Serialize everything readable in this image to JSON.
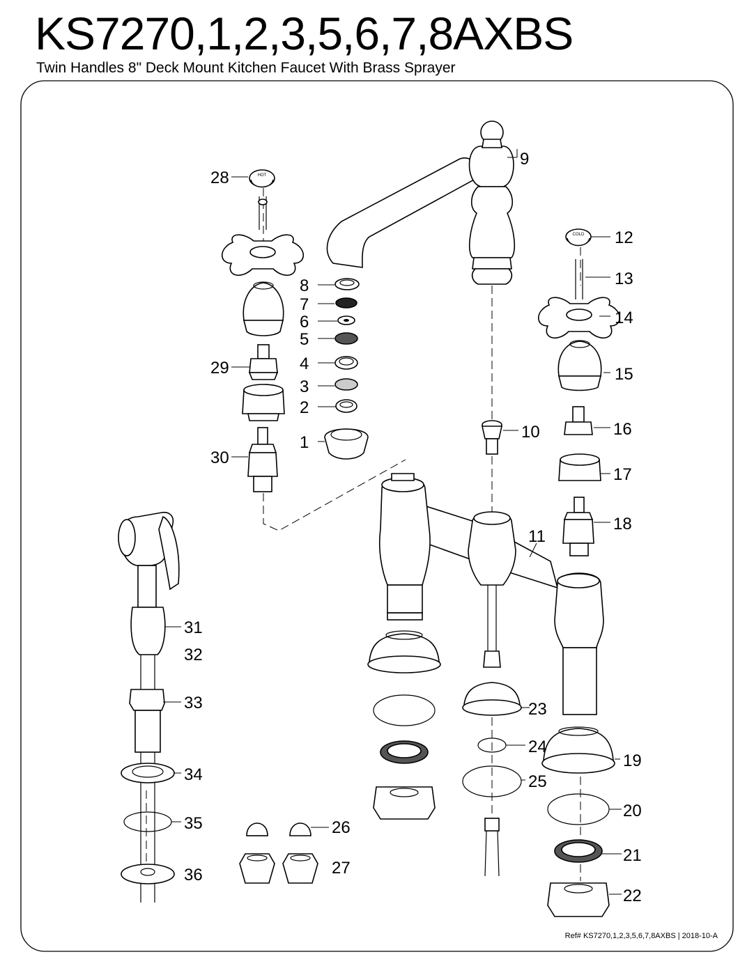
{
  "header": {
    "title": "KS7270,1,2,3,5,6,7,8AXBS",
    "subtitle": "Twin Handles 8\" Deck Mount Kitchen Faucet With Brass Sprayer"
  },
  "footer": {
    "reference": "Ref# KS7270,1,2,3,5,6,7,8AXBS | 2018-10-A"
  },
  "handle_caps": {
    "hot": "HOT",
    "cold": "COLD"
  },
  "part_numbers": [
    "1",
    "2",
    "3",
    "4",
    "5",
    "6",
    "7",
    "8",
    "9",
    "10",
    "11",
    "12",
    "13",
    "14",
    "15",
    "16",
    "17",
    "18",
    "19",
    "20",
    "21",
    "22",
    "23",
    "24",
    "25",
    "26",
    "27",
    "28",
    "29",
    "30",
    "31",
    "32",
    "33",
    "34",
    "35",
    "36"
  ]
}
